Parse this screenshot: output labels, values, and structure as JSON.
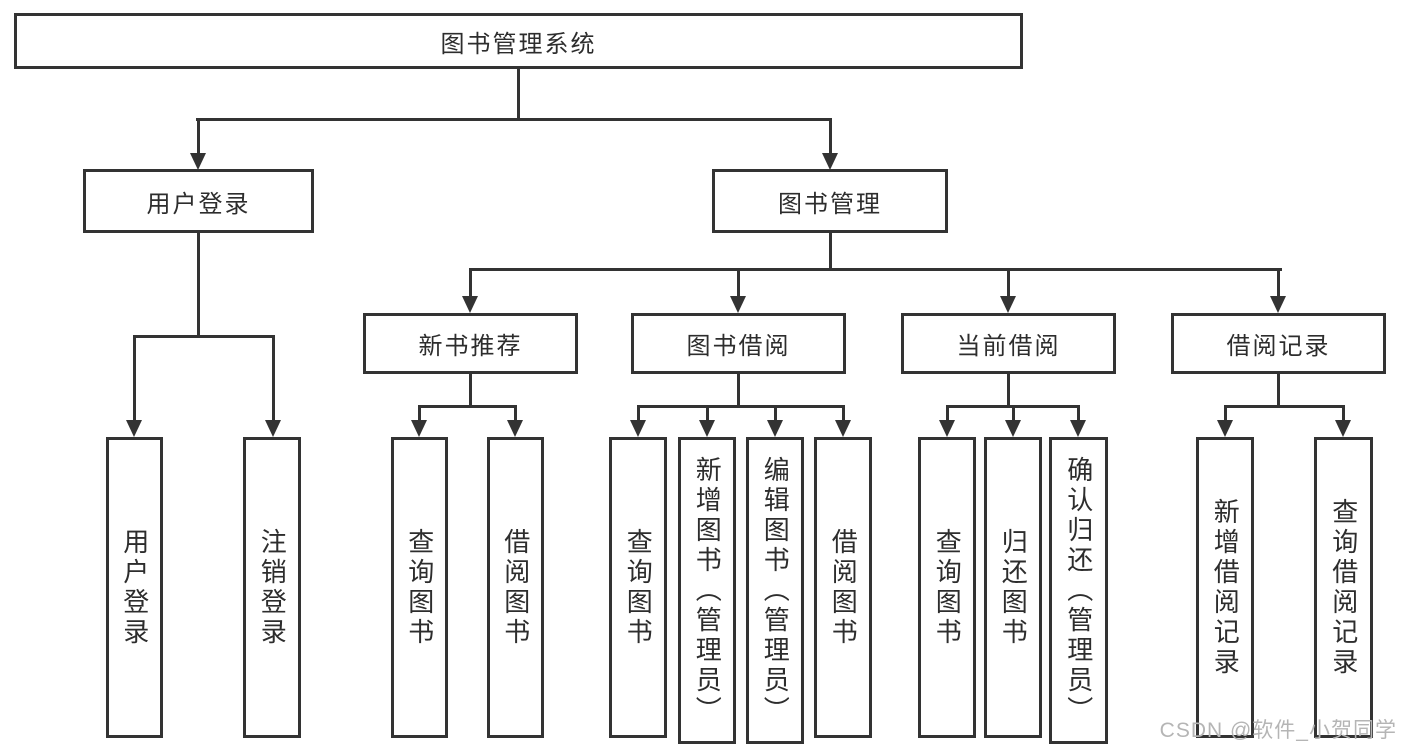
{
  "diagram": {
    "root": {
      "label": "图书管理系统"
    },
    "branches": [
      {
        "label": "用户登录",
        "children": [
          "用户登录",
          "注销登录"
        ]
      },
      {
        "label": "图书管理",
        "children": [
          {
            "label": "新书推荐",
            "children": [
              "查询图书",
              "借阅图书"
            ]
          },
          {
            "label": "图书借阅",
            "children": [
              "查询图书",
              "新增图书（管理员）",
              "编辑图书（管理员）",
              "借阅图书"
            ]
          },
          {
            "label": "当前借阅",
            "children": [
              "查询图书",
              "归还图书",
              "确认归还（管理员）"
            ]
          },
          {
            "label": "借阅记录",
            "children": [
              "新增借阅记录",
              "查询借阅记录"
            ]
          }
        ]
      }
    ]
  },
  "watermark": {
    "text": "CSDN @软件_小贺同学"
  },
  "colors": {
    "line": "#333333",
    "text": "#2d2d2d",
    "watermark": "#b5b5b5",
    "background": "#ffffff"
  }
}
